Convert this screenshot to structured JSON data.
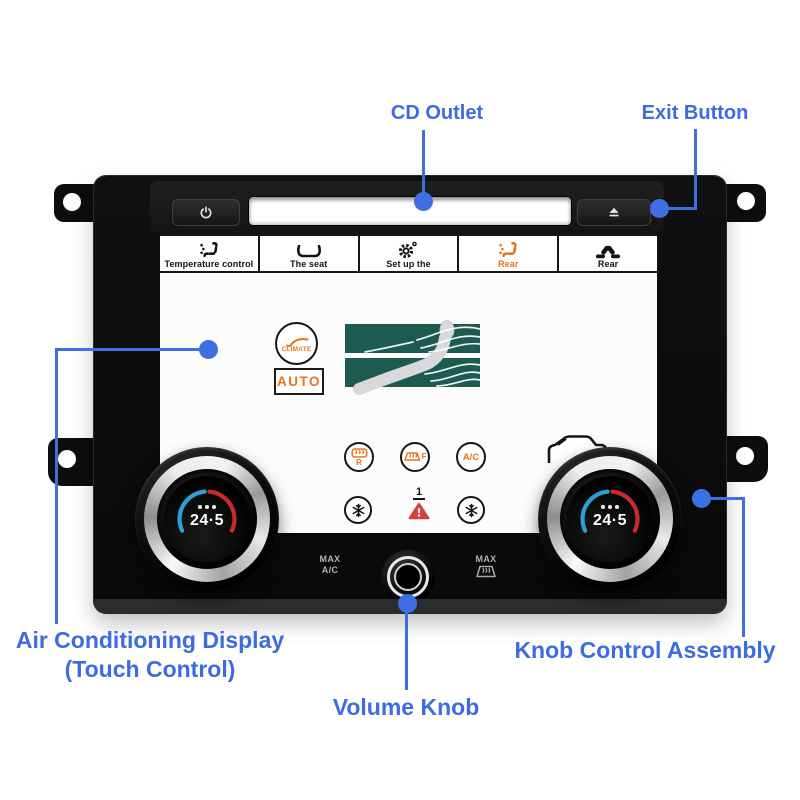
{
  "callouts": {
    "cd_outlet": "CD Outlet",
    "exit_button": "Exit Button",
    "display_line1": "Air Conditioning Display",
    "display_line2": "(Touch Control)",
    "volume_knob": "Volume Knob",
    "knob_assembly": "Knob Control Assembly"
  },
  "top_bar": {
    "power_icon": "power-icon",
    "eject_icon": "eject-icon"
  },
  "tabs": [
    {
      "label": "Temperature control",
      "icon": "heated-seat-icon"
    },
    {
      "label": "The seat",
      "icon": "front-seats-icon"
    },
    {
      "label": "Set up the",
      "icon": "gear-icon"
    },
    {
      "label": "Rear",
      "icon": "heated-seat-icon",
      "highlighted": true
    },
    {
      "label": "Rear",
      "icon": "rear-seats-icon"
    }
  ],
  "screen": {
    "climate_label": "CLIMATE",
    "auto_label": "AUTO",
    "rear_defrost_label": "R",
    "front_defrost_label": "F",
    "ac_label": "A/C",
    "hazard_number": "1"
  },
  "knobs": {
    "left_temperature": "24·5",
    "right_temperature": "24·5"
  },
  "bottom_bar": {
    "max_ac_line1": "MAX",
    "max_ac_line2": "A/C",
    "max_defrost_label": "MAX"
  },
  "colors": {
    "callout_blue": "#3b6ce1",
    "accent_orange": "#e8731c",
    "seat_teal": "#1d5a4f",
    "hazard_red": "#d6413b",
    "arc_blue": "#2d9fd8",
    "arc_red": "#c92a2a"
  }
}
